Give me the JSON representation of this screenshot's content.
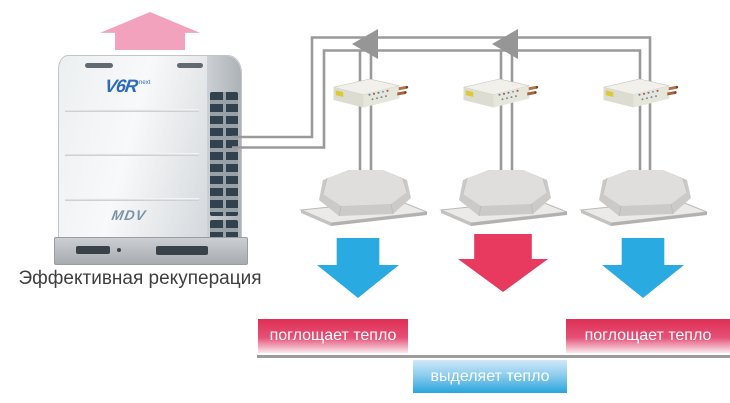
{
  "diagram": {
    "caption": "Эффективная рекуперация",
    "outdoor_unit": {
      "logo": "V6R",
      "logo_suffix": "next",
      "brand": "MDV"
    },
    "labels": {
      "absorb_left": "поглощает тепло",
      "release_center": "выделяет тепло",
      "absorb_right": "поглощает тепло"
    },
    "icons": {
      "up_arrow": "pink-up-arrow",
      "down_arrow_left": "blue-down-arrow",
      "down_arrow_center": "red-down-arrow",
      "down_arrow_right": "blue-down-arrow",
      "pipe_flow_arrows": "gray-left-flow-arrow",
      "branch_boxes": "mode-switch-branch-box",
      "indoor_units": "ceiling-cassette-unit"
    },
    "colors": {
      "pink_arrow": "#F2A2BD",
      "blue_arrow": "#29ABE2",
      "red_arrow": "#E8395E",
      "red_label_gradient_top": "#DF2F54",
      "red_label_gradient_bottom": "#FBE9EE",
      "blue_label_gradient_top": "#CFE9F8",
      "blue_label_gradient_bottom": "#29A5DD",
      "pipe_gray": "#9A9A9A",
      "divider_gray": "#9C9C9C",
      "caption_text": "#3F3F3F",
      "v6r_logo_blue": "#2E6BBE",
      "mdv_logo_gray": "#7B92A8"
    }
  }
}
